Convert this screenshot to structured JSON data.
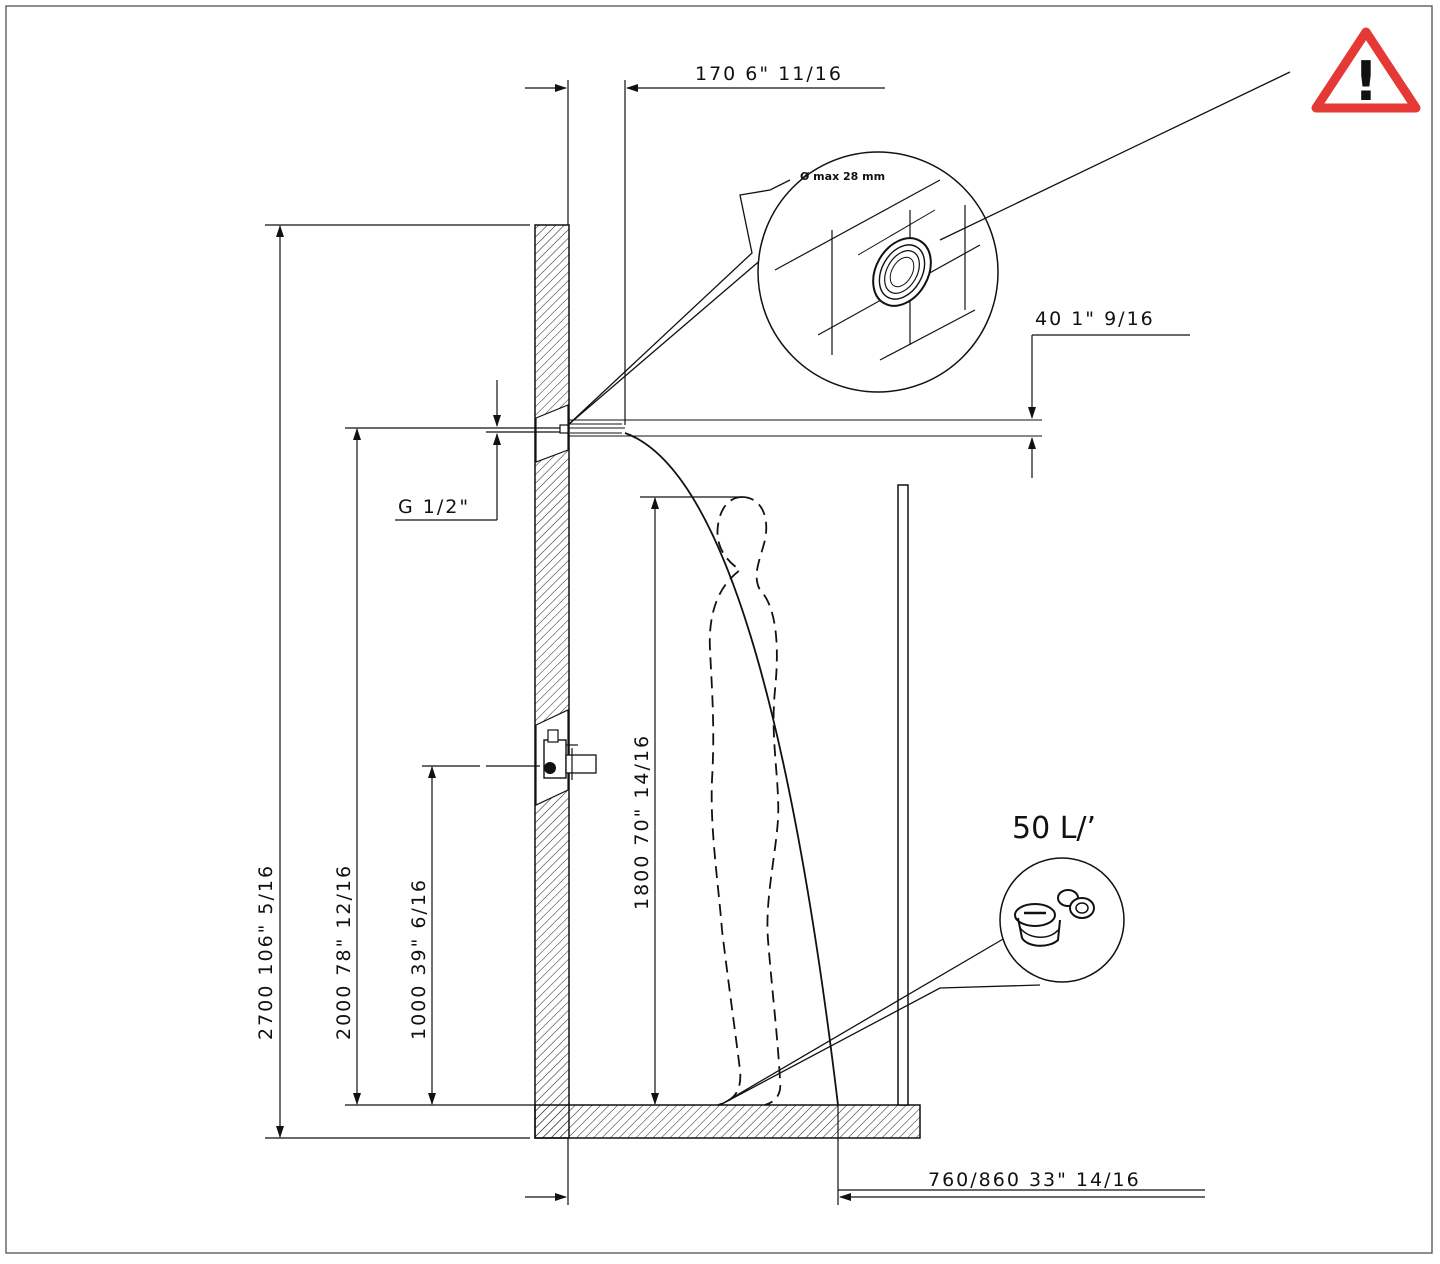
{
  "dimensions": {
    "nozzle_offset": "170 6\" 11/16",
    "pipe_diameter": "40 1\" 9/16",
    "thread": "G 1/2\"",
    "total_height": "2700 106\" 5/16",
    "nozzle_height": "2000 78\" 12/16",
    "valve_height": "1000 39\" 6/16",
    "person_height": "1800 70\" 14/16",
    "throw_distance": "760/860 33\" 14/16"
  },
  "detail_hole": {
    "label": "Ø max 28 mm"
  },
  "flow_rate": "50 L/’",
  "warning_sign": {
    "symbol": "!",
    "color": "#e53935"
  },
  "colors": {
    "line": "#111111",
    "warning": "#e53935"
  }
}
